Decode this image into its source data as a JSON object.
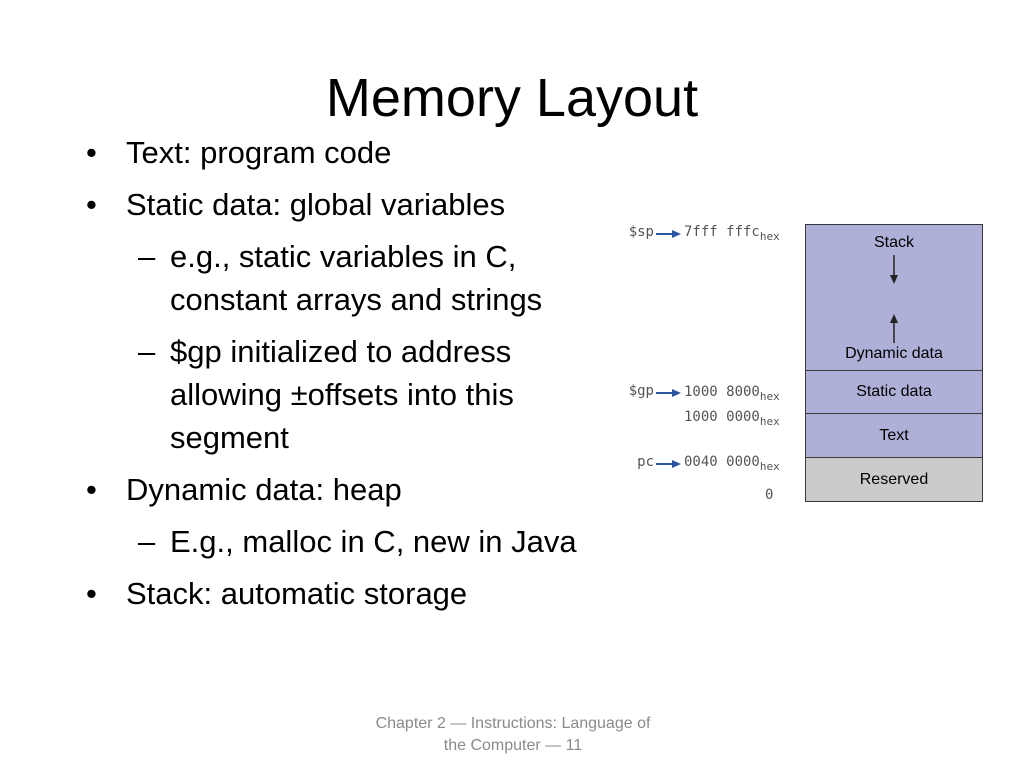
{
  "title": "Memory Layout",
  "bullets": {
    "b1": "Text: program code",
    "b2": "Static data: global variables",
    "b2a": "e.g., static variables in C, constant arrays and strings",
    "b2b": "$gp initialized to address allowing ±offsets into this segment",
    "b3": "Dynamic data: heap",
    "b3a": "E.g., malloc in C, new in Java",
    "b4": "Stack: automatic storage"
  },
  "markers": {
    "bullet": "•",
    "dash": "–"
  },
  "diagram": {
    "segments": {
      "stack": "Stack",
      "dynamic": "Dynamic data",
      "static": "Static data",
      "text": "Text",
      "reserved": "Reserved"
    },
    "registers": {
      "sp": "$sp",
      "gp": "$gp",
      "pc": "pc"
    },
    "addresses": {
      "sp": "7fff fffc",
      "gp": "1000 8000",
      "static_start": "1000 0000",
      "pc": "0040 0000",
      "zero": "0"
    },
    "hex_suffix": "hex",
    "colors": {
      "segment": "#aeb0d8",
      "reserved": "#cbcbcb",
      "pointer": "#2b55a0"
    }
  },
  "footer": {
    "line1": "Chapter 2 — Instructions: Language of",
    "line2": "the Computer — 11"
  }
}
